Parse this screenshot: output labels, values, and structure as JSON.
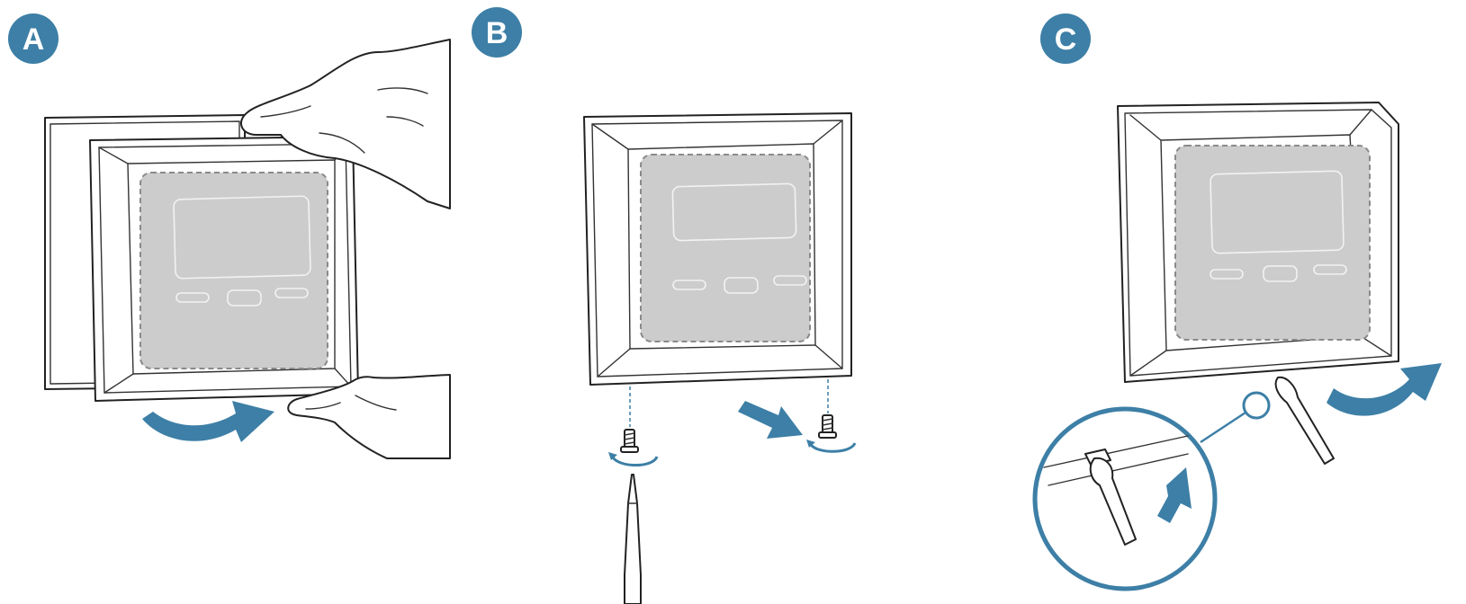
{
  "steps": [
    {
      "letter": "A"
    },
    {
      "letter": "B"
    },
    {
      "letter": "C"
    }
  ],
  "colors": {
    "accent": "#3d7fa6",
    "screen": "#cccccc",
    "outline": "#222222",
    "background": "#ffffff"
  },
  "icons": [
    "hand-icon",
    "screw-icon",
    "screwdriver-icon",
    "rotate-arrow-icon",
    "magnifier-callout-icon"
  ]
}
